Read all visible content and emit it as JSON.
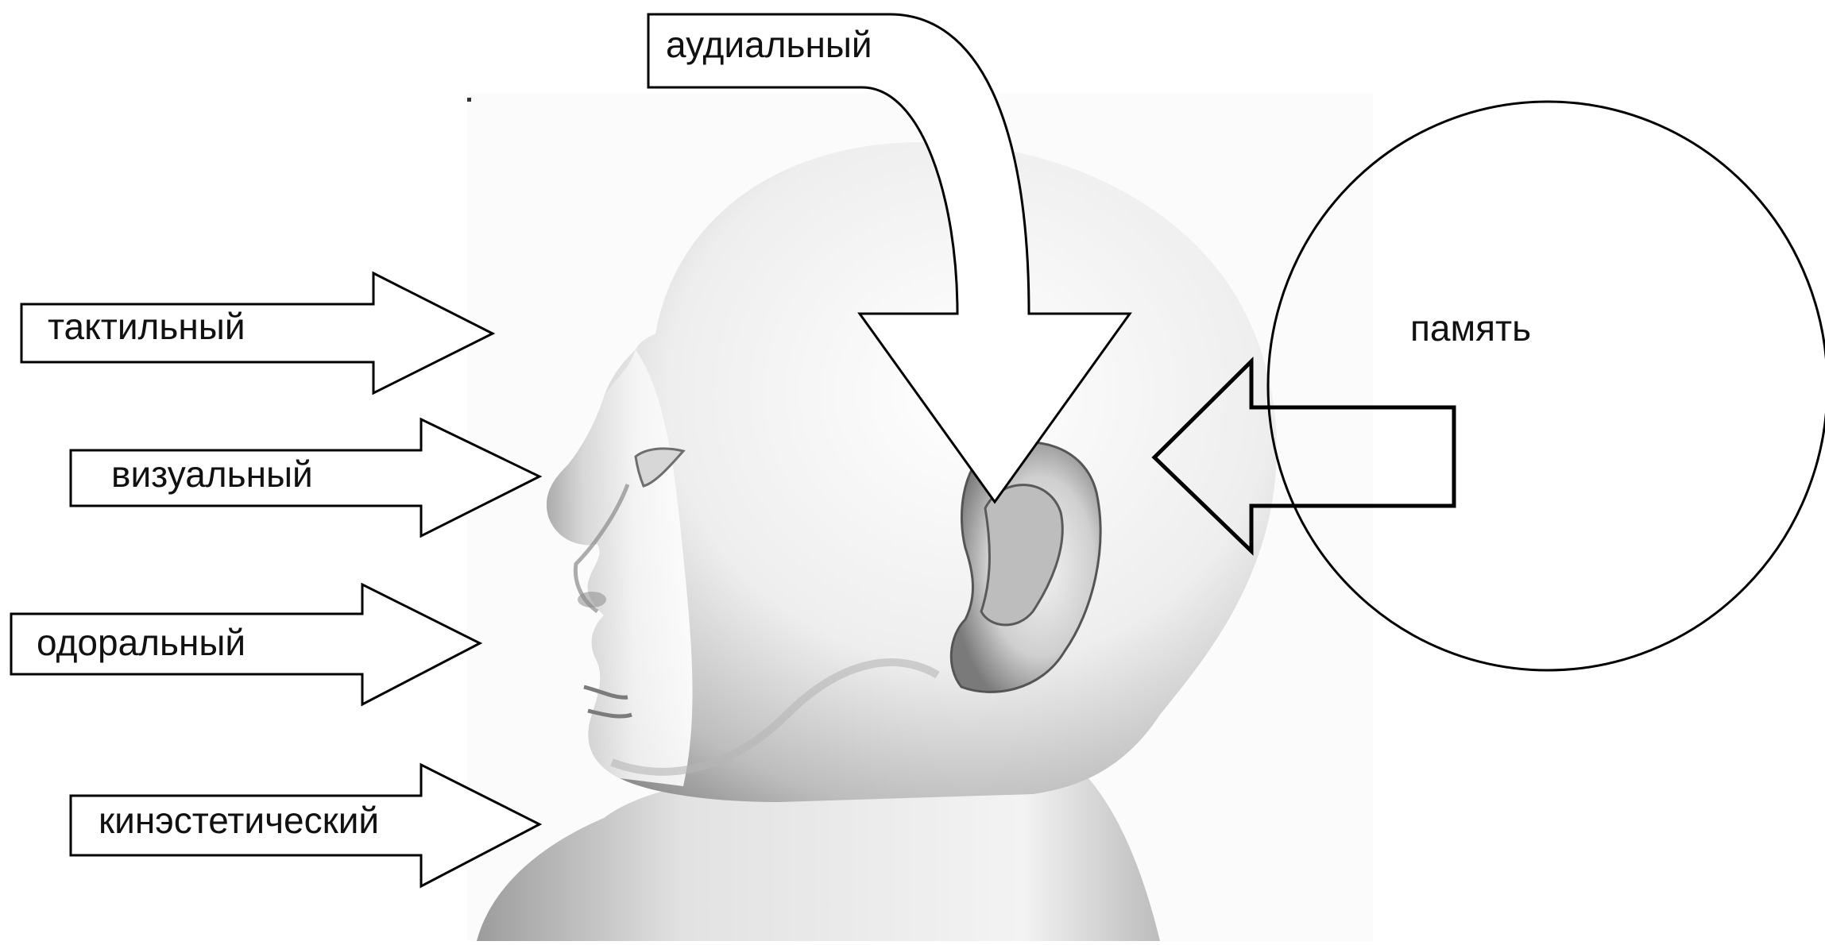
{
  "labels": {
    "tactile": "тактильный",
    "visual": "визуальный",
    "odoral": "одоральный",
    "kinesthetic": "кинэстетический",
    "audial": "аудиальный",
    "memory": "память"
  },
  "colors": {
    "stroke": "#000000",
    "background": "#ffffff",
    "skin_light": "#f7f7f7",
    "skin_shadow": "#9a9a9a"
  }
}
